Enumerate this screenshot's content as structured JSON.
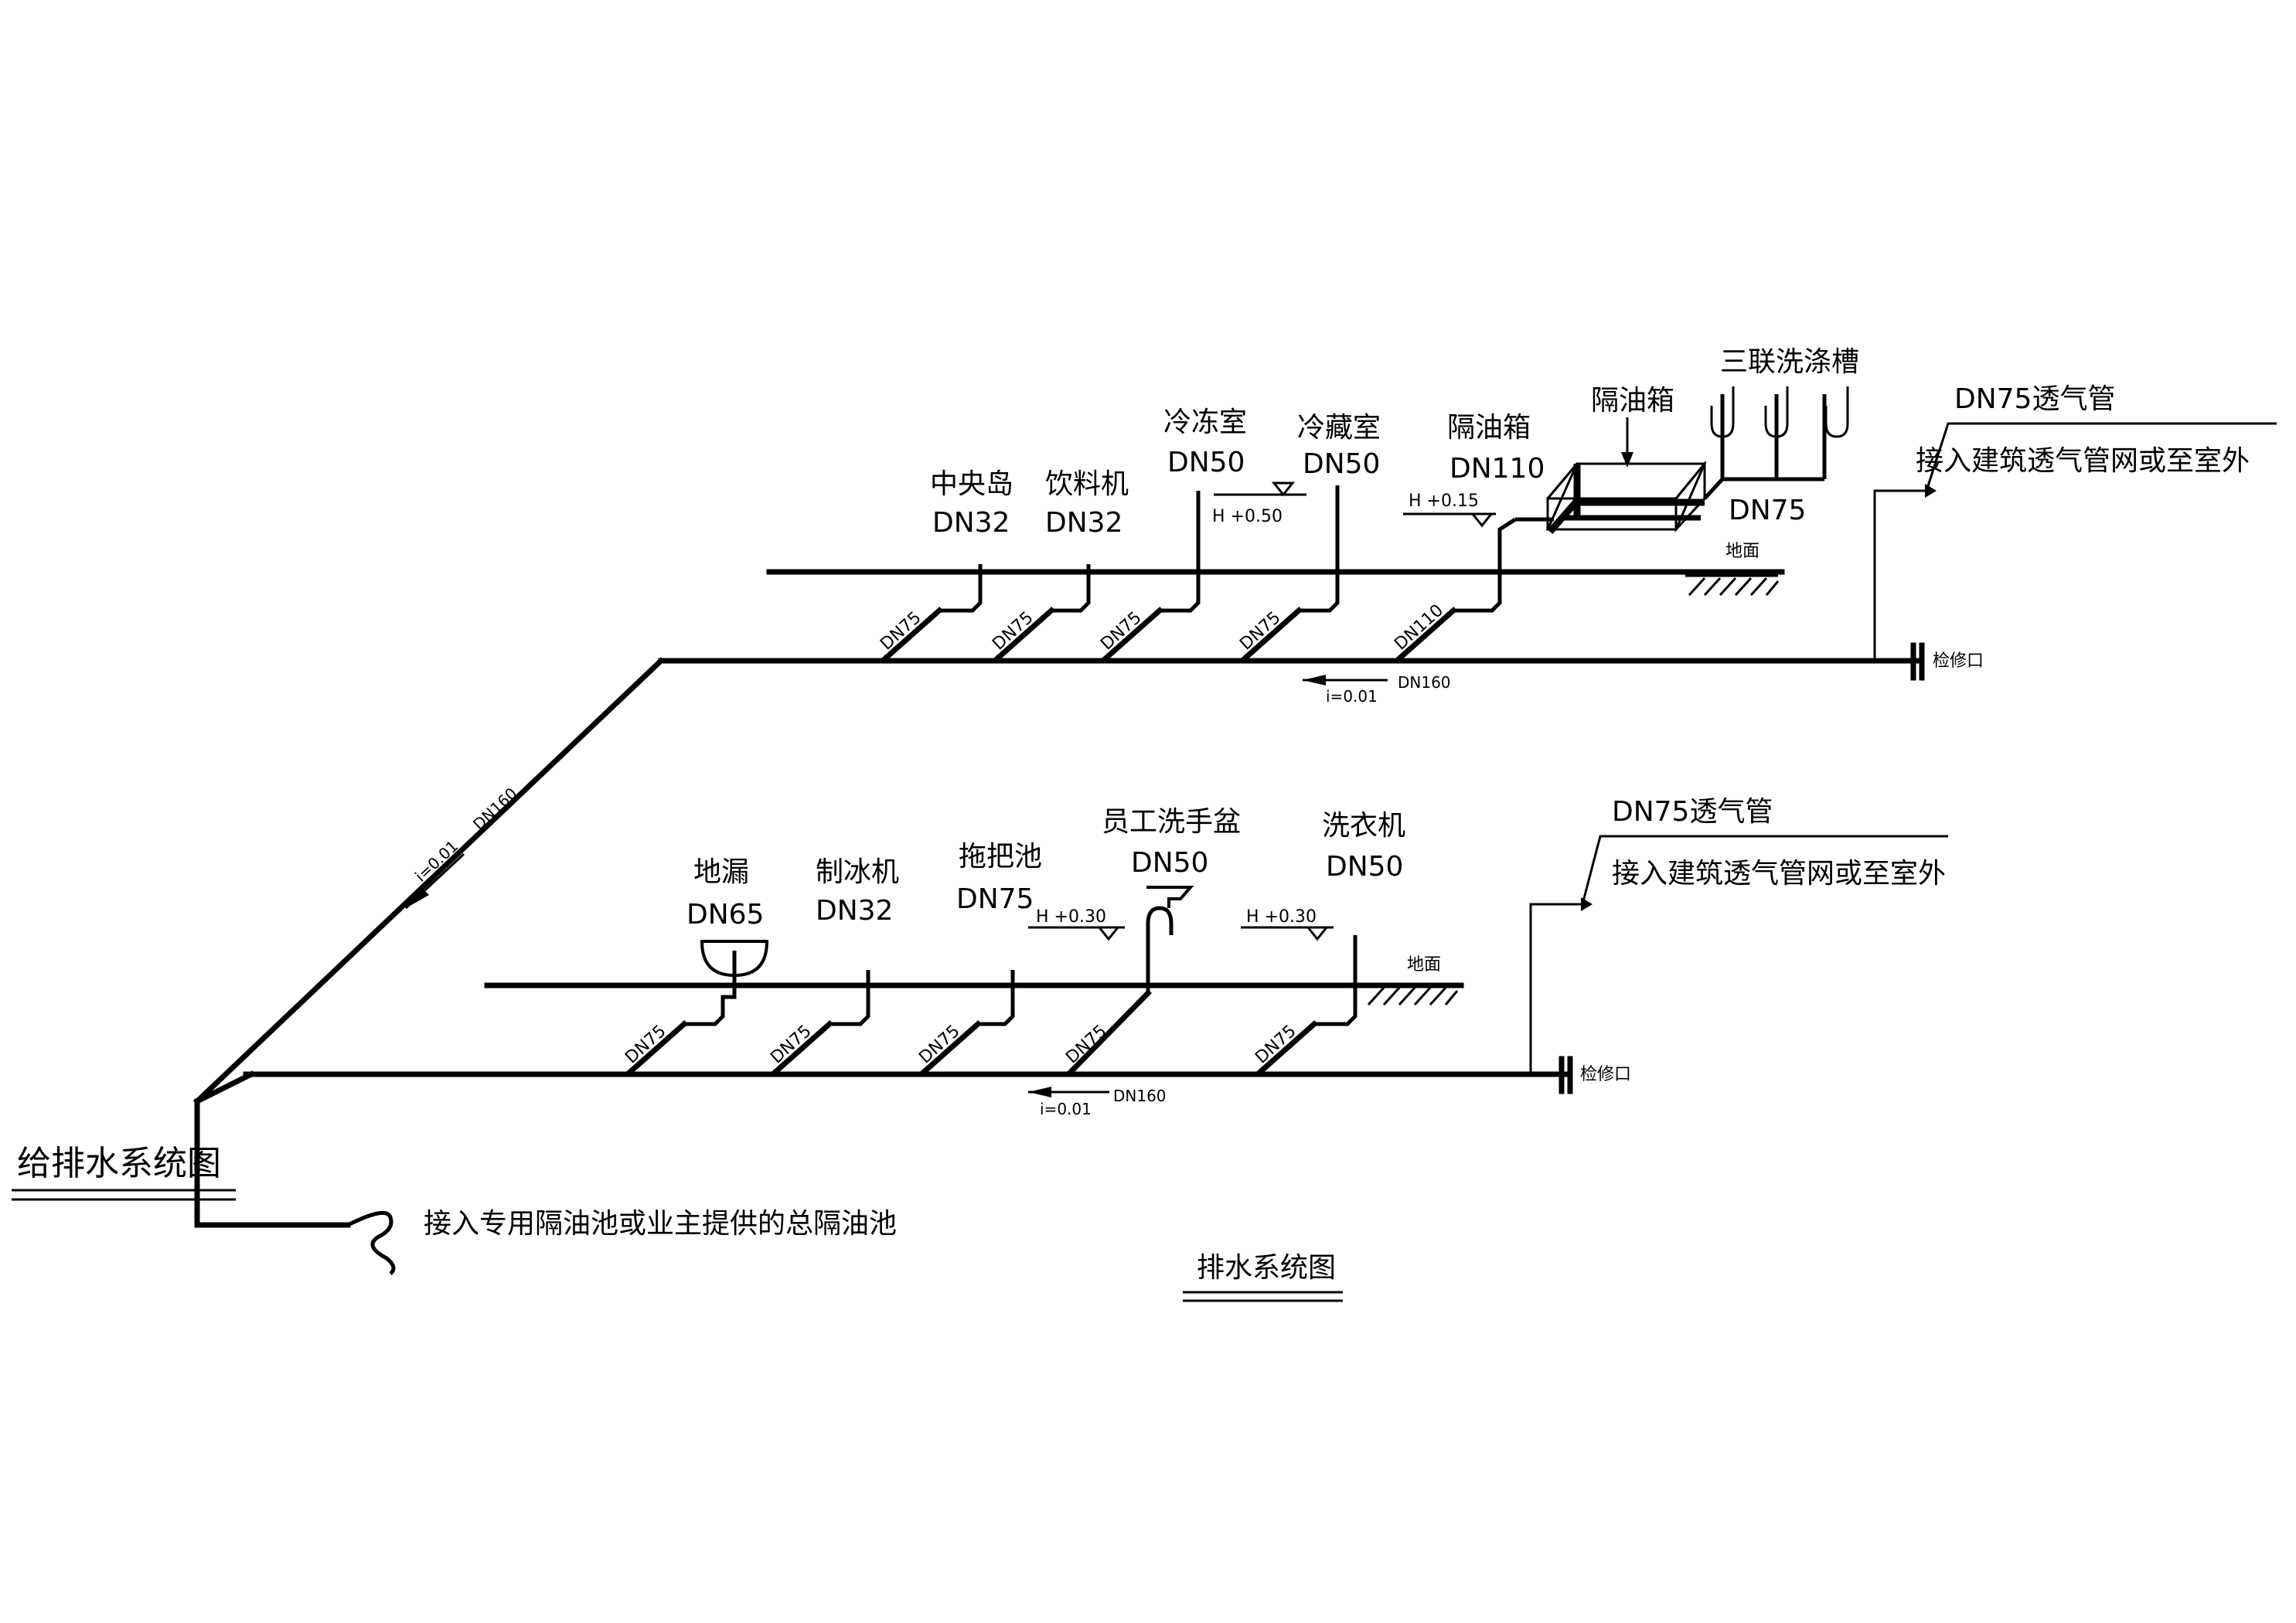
{
  "titles": {
    "main": "给排水系统图",
    "sub": "排水系统图"
  },
  "outlet_note": "接入专用隔油池或业主提供的总隔油池",
  "upper": {
    "fixtures": [
      {
        "name": "中央岛",
        "size": "DN32"
      },
      {
        "name": "饮料机",
        "size": "DN32"
      },
      {
        "name": "冷冻室",
        "size": "DN50"
      },
      {
        "name": "冷藏室",
        "size": "DN50"
      },
      {
        "name": "隔油箱",
        "size": "DN110"
      }
    ],
    "branch_sizes": [
      "DN75",
      "DN75",
      "DN75",
      "DN75",
      "DN110"
    ],
    "elevations": [
      "H +0.50",
      "H +0.15"
    ],
    "grease_box_label": "隔油箱",
    "sink_label": "三联洗涤槽",
    "sink_size": "DN75",
    "ground_label": "地面",
    "vent": {
      "size": "DN75透气管",
      "note": "接入建筑透气管网或至室外"
    },
    "cleanout": "检修口",
    "main_size": "DN160",
    "slope": "i=0.01"
  },
  "riser": {
    "size": "DN160",
    "slope": "i=0.01"
  },
  "lower": {
    "fixtures": [
      {
        "name": "地漏",
        "size": "DN65"
      },
      {
        "name": "制冰机",
        "size": "DN32"
      },
      {
        "name": "拖把池",
        "size": "DN75"
      },
      {
        "name": "员工洗手盆",
        "size": "DN50"
      },
      {
        "name": "洗衣机",
        "size": "DN50"
      }
    ],
    "branch_sizes": [
      "DN75",
      "DN75",
      "DN75",
      "DN75",
      "DN75"
    ],
    "elevations": [
      "H +0.30",
      "H +0.30"
    ],
    "ground_label": "地面",
    "vent": {
      "size": "DN75透气管",
      "note": "接入建筑透气管网或至室外"
    },
    "cleanout": "检修口",
    "main_size": "DN160",
    "slope": "i=0.01"
  }
}
